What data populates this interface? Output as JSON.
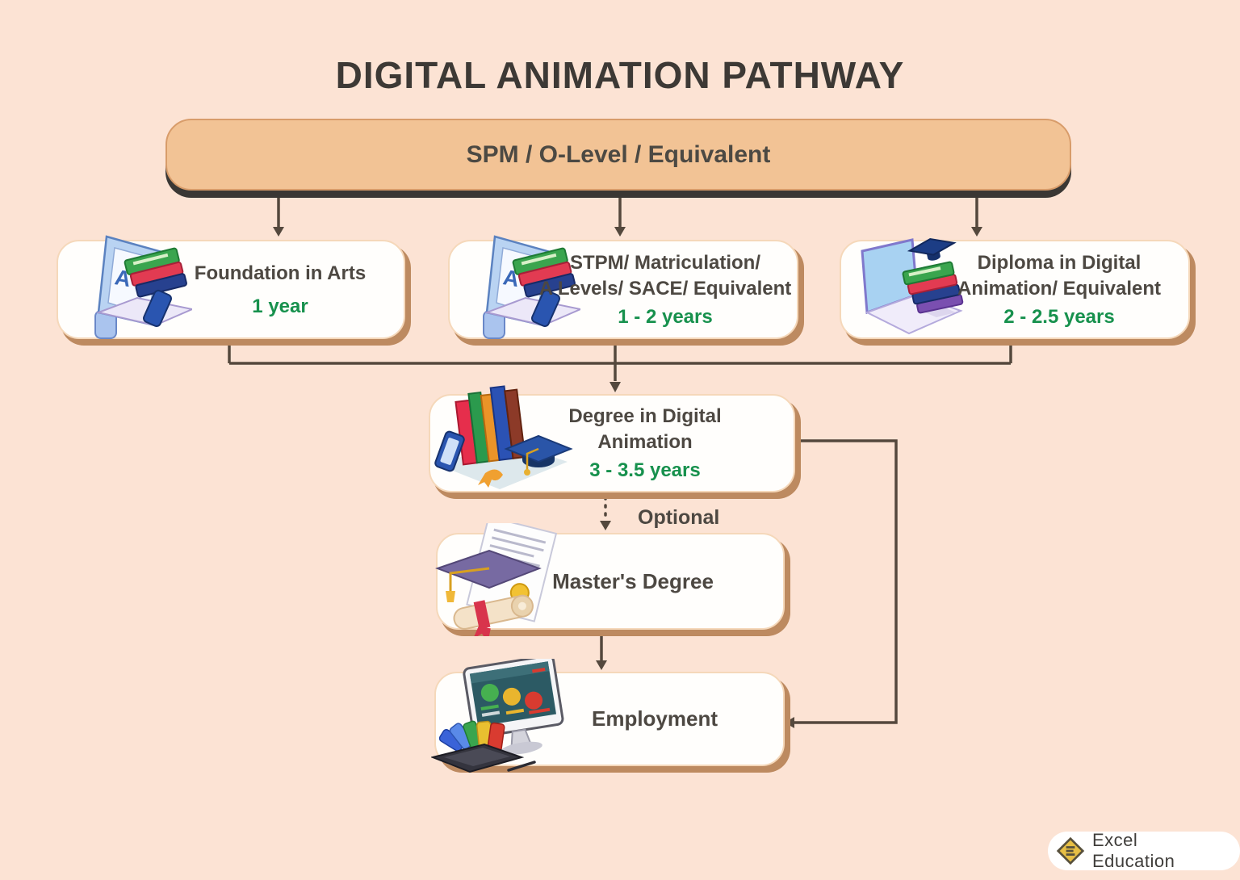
{
  "title": "DIGITAL ANIMATION PATHWAY",
  "root": {
    "label": "SPM / O-Level / Equivalent"
  },
  "pathways": [
    {
      "name_lines": [
        "Foundation in Arts"
      ],
      "duration": "1 year"
    },
    {
      "name_lines": [
        "STPM/ Matriculation/",
        "A Levels/ SACE/ Equivalent"
      ],
      "duration": "1 - 2 years"
    },
    {
      "name_lines": [
        "Diploma in Digital",
        "Animation/ Equivalent"
      ],
      "duration": "2 - 2.5 years"
    }
  ],
  "degree": {
    "name_lines": [
      "Degree in Digital",
      "Animation"
    ],
    "duration": "3 - 3.5 years"
  },
  "optional_label": "Optional",
  "masters": {
    "name": "Master's Degree"
  },
  "employment": {
    "name": "Employment"
  },
  "logo": {
    "text": "Excel Education"
  },
  "colors": {
    "background": "#fce3d4",
    "root_fill": "#f2c395",
    "root_shadow": "#3a3734",
    "card_fill": "#fffefc",
    "card_border": "#f5d8ba",
    "card_shadow": "#bd8a60",
    "text_dark": "#4d4842",
    "duration_green": "#17914d",
    "connector_line": "#54483d",
    "logo_gold": "#e7bf45"
  }
}
